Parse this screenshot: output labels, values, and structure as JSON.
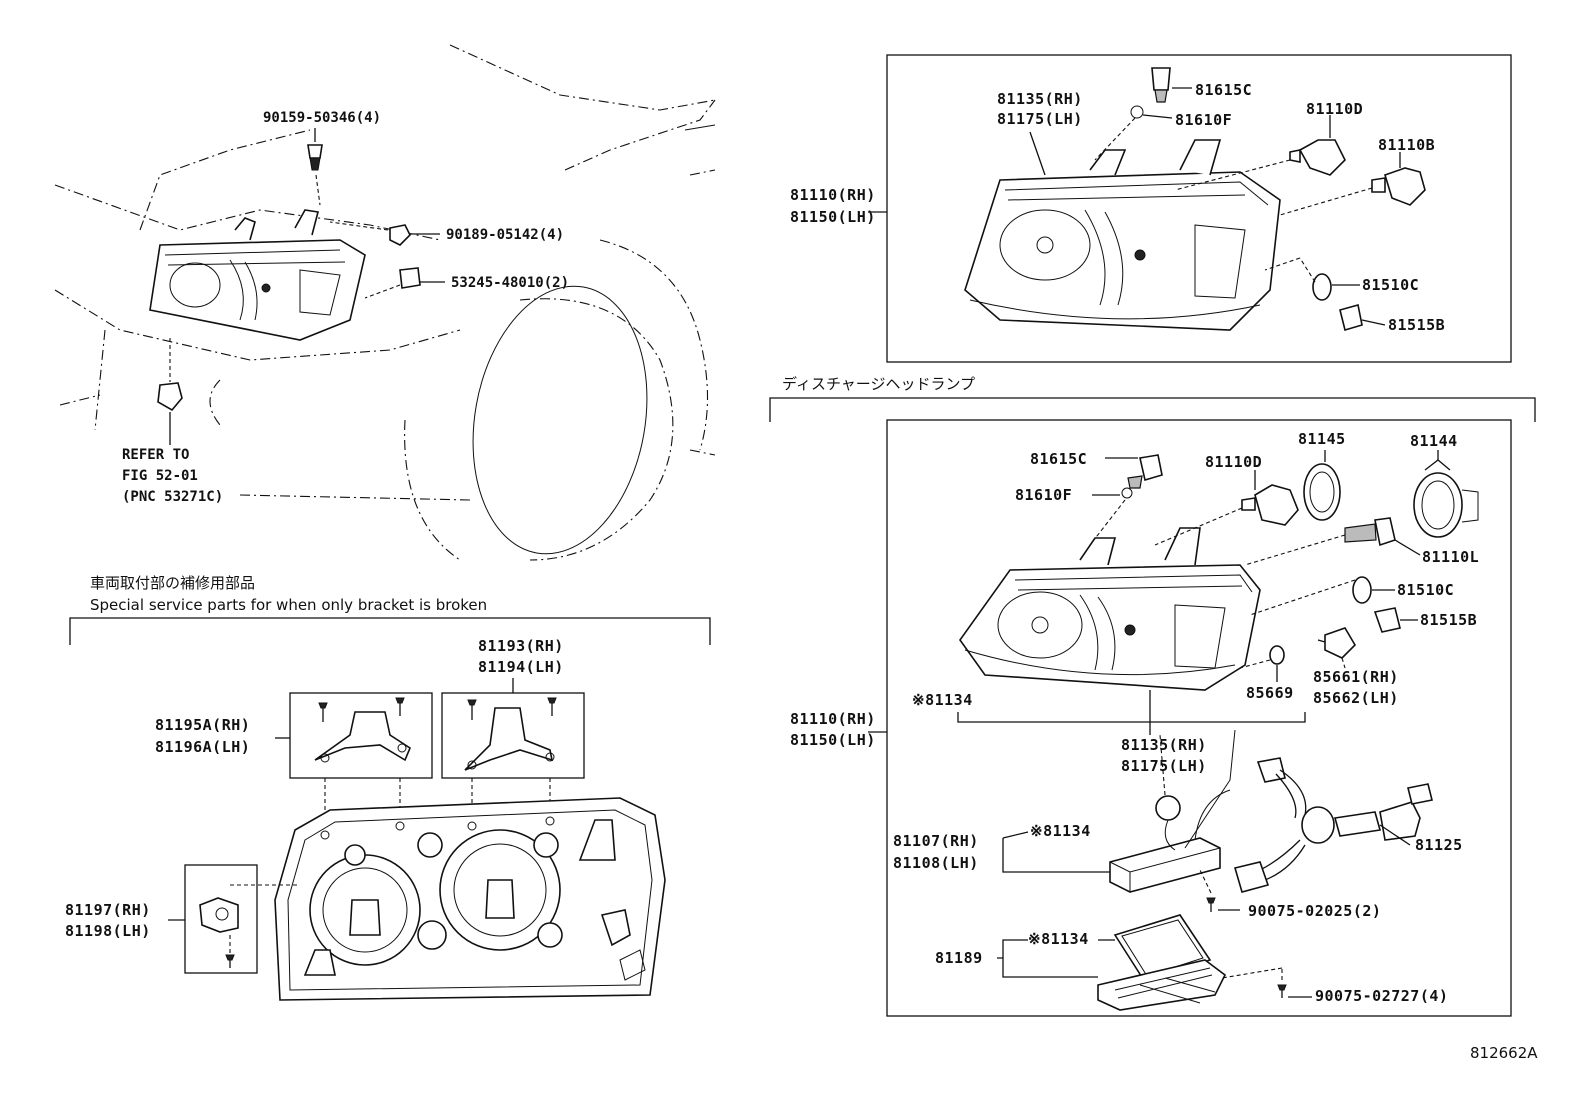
{
  "left_top": {
    "p1": "90159-50346(4)",
    "p2": "90189-05142(4)",
    "p3": "53245-48010(2)",
    "refer1": "REFER TO",
    "refer2": "FIG 52-01",
    "refer3": "(PNC 53271C)"
  },
  "service": {
    "title_jp": "車両取付部の補修用部品",
    "title_en": "Special service parts for when only bracket is broken",
    "p81193": "81193(RH)",
    "p81194": "81194(LH)",
    "p81195": "81195A(RH)",
    "p81196": "81196A(LH)",
    "p81197": "81197(RH)",
    "p81198": "81198(LH)"
  },
  "box1": {
    "a1": "81135(RH)",
    "a2": "81175(LH)",
    "b1": "81615C",
    "b2": "81610F",
    "c1": "81110D",
    "c2": "81110B",
    "d1": "81510C",
    "d2": "81515B",
    "m1": "81110(RH)",
    "m2": "81150(LH)"
  },
  "discharge": {
    "title": "ディスチャージヘッドランプ",
    "p81615C": "81615C",
    "p81610F": "81610F",
    "p81110D": "81110D",
    "p81145": "81145",
    "p81144": "81144",
    "p81110L": "81110L",
    "p81510C": "81510C",
    "p81515B": "81515B",
    "p85661": "85661(RH)",
    "p85662": "85662(LH)",
    "p85669": "85669",
    "p81134a": "※81134",
    "m1": "81110(RH)",
    "m2": "81150(LH)",
    "p81135": "81135(RH)",
    "p81175": "81175(LH)",
    "p81107": "81107(RH)",
    "p81108": "81108(LH)",
    "p81134b": "※81134",
    "p81125": "81125",
    "p90075a": "90075-02025(2)",
    "p81189": "81189",
    "p81134c": "※81134",
    "p90075b": "90075-02727(4)"
  },
  "figure_code": "812662A"
}
